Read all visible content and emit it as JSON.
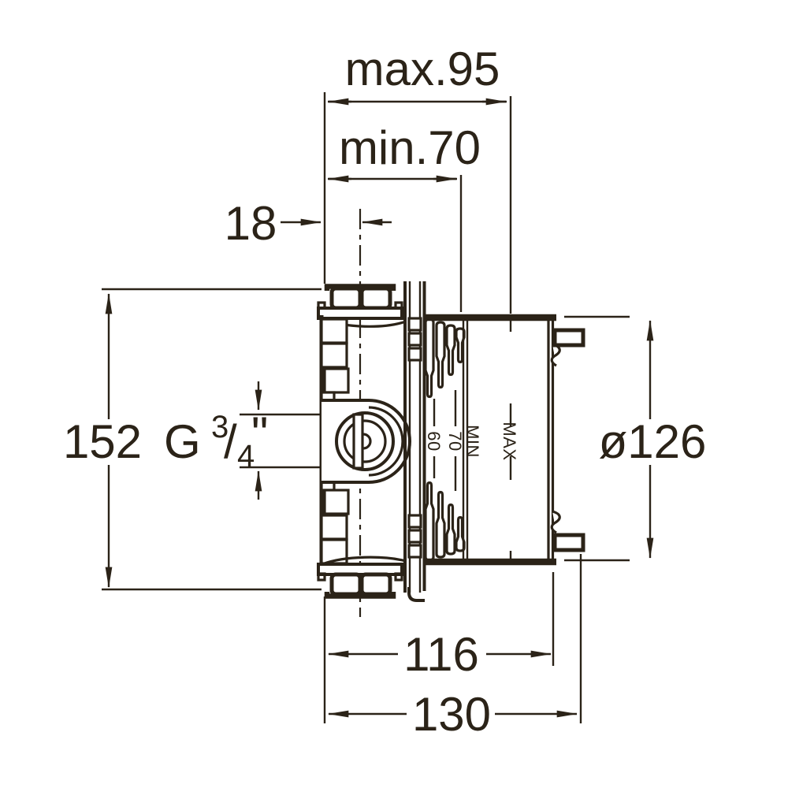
{
  "drawing": {
    "kind": "concealed-valve-rough-in-installation-diagram",
    "colors": {
      "ink": "#2b2318",
      "bg": "#ffffff"
    },
    "dims": {
      "max_width": "max.95",
      "min_width": "min.70",
      "wall_offset": "18",
      "height": "152",
      "diameter": "ø126",
      "body_width": "116",
      "total_width": "130"
    },
    "thread": {
      "g": "G",
      "numerator": "3",
      "slash": "/",
      "denominator": "4",
      "inch": "\""
    },
    "depth_scale": {
      "d60": "60",
      "d70": "70",
      "min": "MIN",
      "max": "MAX"
    }
  }
}
